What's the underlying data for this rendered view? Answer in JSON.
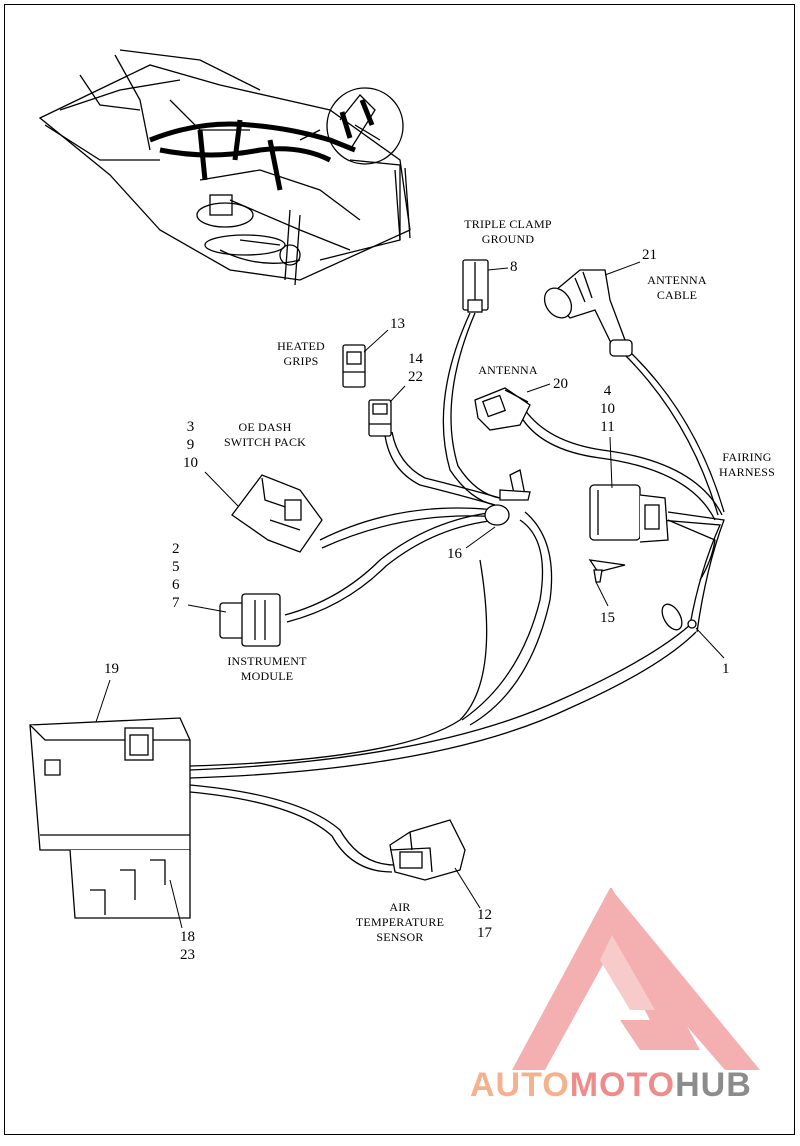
{
  "labels": {
    "triple_clamp_ground": [
      "TRIPLE CLAMP",
      "GROUND"
    ],
    "antenna_cable": [
      "ANTENNA",
      "CABLE"
    ],
    "heated_grips": [
      "HEATED",
      "GRIPS"
    ],
    "antenna": "ANTENNA",
    "oe_dash_switch_pack": [
      "OE DASH",
      "SWITCH PACK"
    ],
    "fairing_harness": [
      "FAIRING",
      "HARNESS"
    ],
    "instrument_module": [
      "INSTRUMENT",
      "MODULE"
    ],
    "air_temperature_sensor": [
      "AIR",
      "TEMPERATURE",
      "SENSOR"
    ]
  },
  "callouts": {
    "c8": "8",
    "c21": "21",
    "c13": "13",
    "c14_22": [
      "14",
      "22"
    ],
    "c20": "20",
    "c4_10_11": [
      "4",
      "10",
      "11"
    ],
    "c3_9_10": [
      "3",
      "9",
      "10"
    ],
    "c16": "16",
    "c2_5_6_7": [
      "2",
      "5",
      "6",
      "7"
    ],
    "c15": "15",
    "c1": "1",
    "c19": "19",
    "c18_23": [
      "18",
      "23"
    ],
    "c12_17": [
      "12",
      "17"
    ]
  },
  "watermark": {
    "brand_part1": "AUTO",
    "brand_part2": "MOTO",
    "brand_part3": "HUB",
    "color_orange": "#f5b08c",
    "color_red": "#f08b8b",
    "color_gray": "#8c8c8c"
  }
}
